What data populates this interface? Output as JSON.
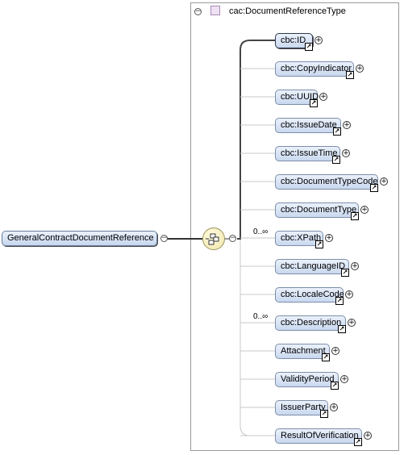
{
  "type_name": "cac:DocumentReferenceType",
  "root_element": "GeneralContractDocumentReference",
  "sequence_icon": "sequence-compositor-icon",
  "colors": {
    "element_fill": "#c9d8ef",
    "element_border": "#7d8ea8",
    "sequence_fill": "#f0e6a8"
  },
  "elements": [
    {
      "label": "cbc:ID",
      "occurrence": ""
    },
    {
      "label": "cbc:CopyIndicator",
      "occurrence": ""
    },
    {
      "label": "cbc:UUID",
      "occurrence": ""
    },
    {
      "label": "cbc:IssueDate",
      "occurrence": ""
    },
    {
      "label": "cbc:IssueTime",
      "occurrence": ""
    },
    {
      "label": "cbc:DocumentTypeCode",
      "occurrence": ""
    },
    {
      "label": "cbc:DocumentType",
      "occurrence": ""
    },
    {
      "label": "cbc:XPath",
      "occurrence": "0..∞"
    },
    {
      "label": "cbc:LanguageID",
      "occurrence": ""
    },
    {
      "label": "cbc:LocaleCode",
      "occurrence": ""
    },
    {
      "label": "cbc:Description",
      "occurrence": "0..∞"
    },
    {
      "label": "Attachment",
      "occurrence": ""
    },
    {
      "label": "ValidityPeriod",
      "occurrence": ""
    },
    {
      "label": "IssuerParty",
      "occurrence": ""
    },
    {
      "label": "ResultOfVerification",
      "occurrence": ""
    }
  ]
}
